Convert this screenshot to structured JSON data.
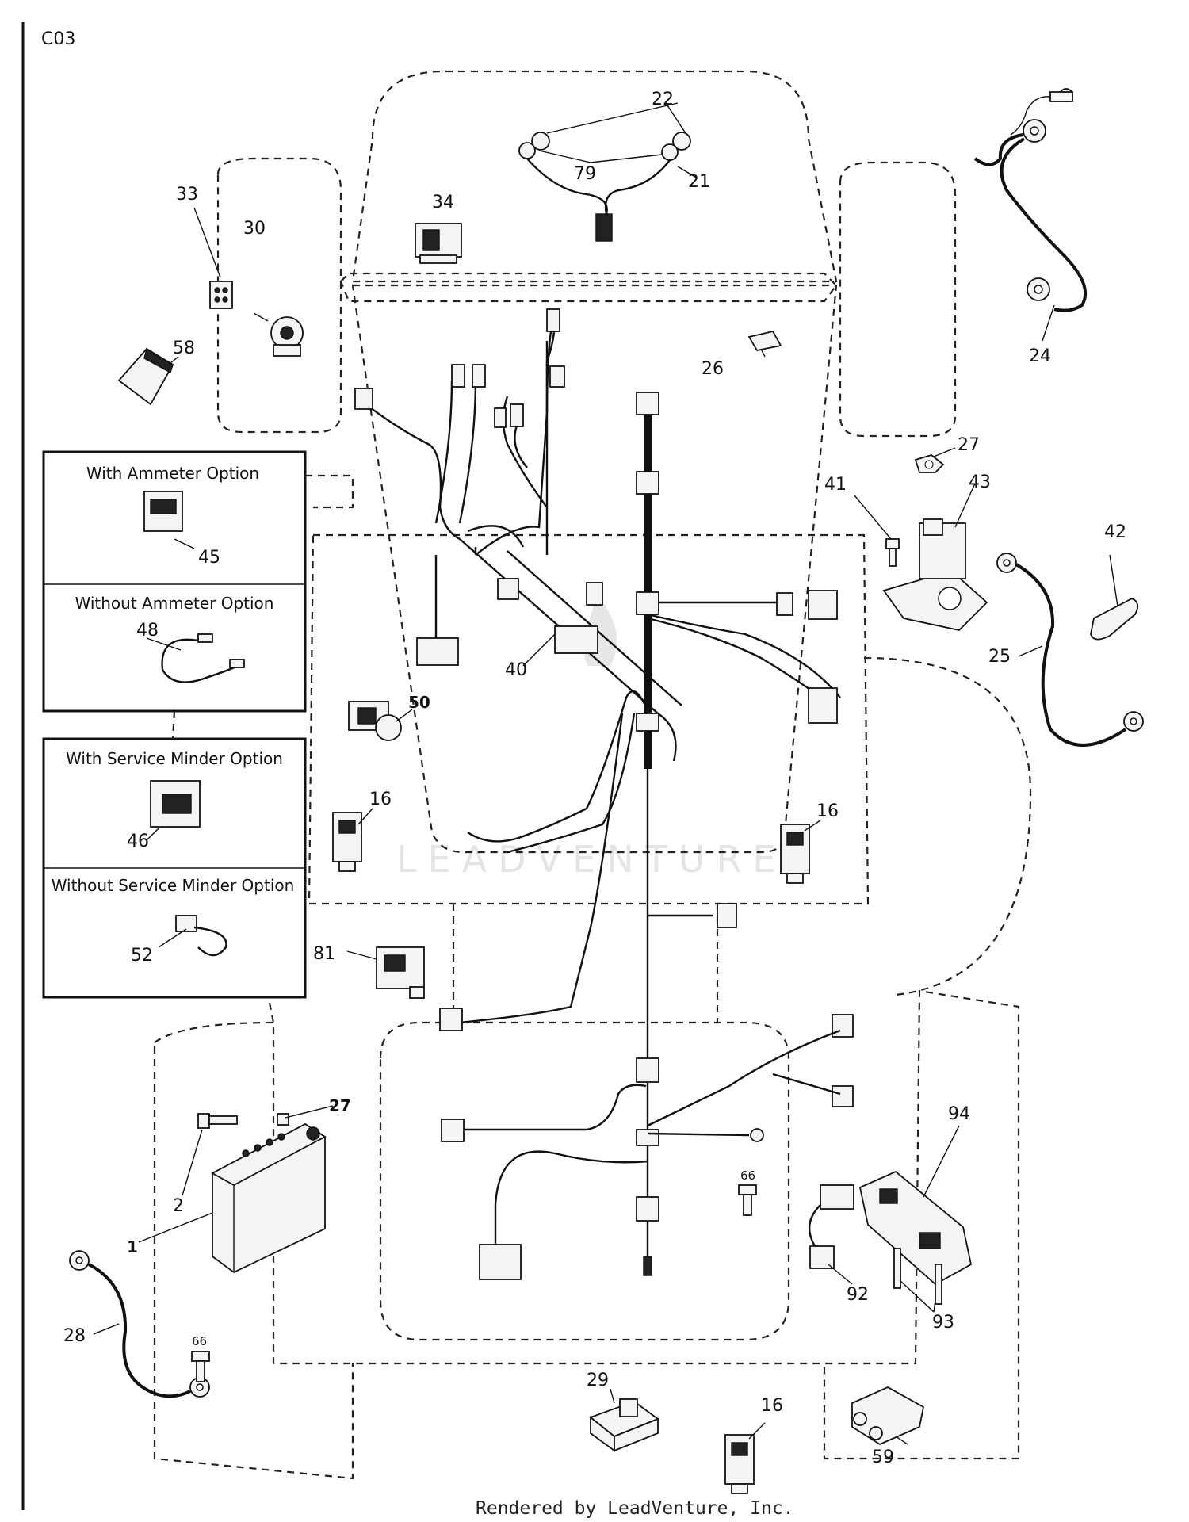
{
  "page_code": "C03",
  "footer": "Rendered by LeadVenture, Inc.",
  "watermark": "LEADVENTURE",
  "options": {
    "ammeter_with": "With Ammeter Option",
    "ammeter_without": "Without Ammeter Option",
    "minder_with": "With Service Minder Option",
    "minder_without": "Without Service Minder Option"
  },
  "callouts": {
    "c22": "22",
    "c79": "79",
    "c21": "21",
    "c34": "34",
    "c33": "33",
    "c30": "30",
    "c58": "58",
    "c24": "24",
    "c26": "26",
    "c27a": "27",
    "c41": "41",
    "c43": "43",
    "c42": "42",
    "c25": "25",
    "c45": "45",
    "c48": "48",
    "c40": "40",
    "c50": "50",
    "c16a": "16",
    "c16b": "16",
    "c46": "46",
    "c52": "52",
    "c81": "81",
    "c27b": "27",
    "c2": "2",
    "c1": "1",
    "c94": "94",
    "c66a": "66",
    "c92": "92",
    "c93": "93",
    "c28": "28",
    "c66b": "66",
    "c29": "29",
    "c16c": "16",
    "c59": "59"
  }
}
